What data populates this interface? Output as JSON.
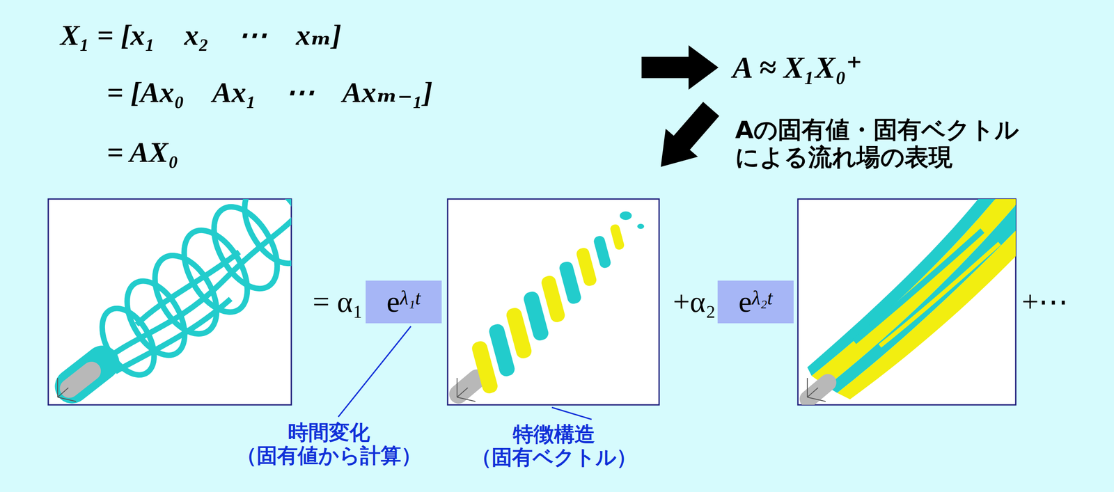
{
  "diagram": {
    "nodes": [
      {
        "text": [
          "e",
          "λ₁t"
        ]
      },
      {
        "text": [
          "e",
          "λ₂t"
        ]
      }
    ],
    "labels": [
      "X₁ = [x₁    x₂    ⋯    xₘ]",
      "= [Ax₀    Ax₁    ⋯    Axₘ₋₁]",
      "= AX₀",
      "A ≈ X₁X₀⁺",
      "Aの固有値・固有ベクトル による流れ場の表現",
      "= α₁",
      "+α₂",
      "+⋯",
      "時間変化 （固有値から計算）",
      "特徴構造 （固有ベクトル）"
    ]
  }
}
